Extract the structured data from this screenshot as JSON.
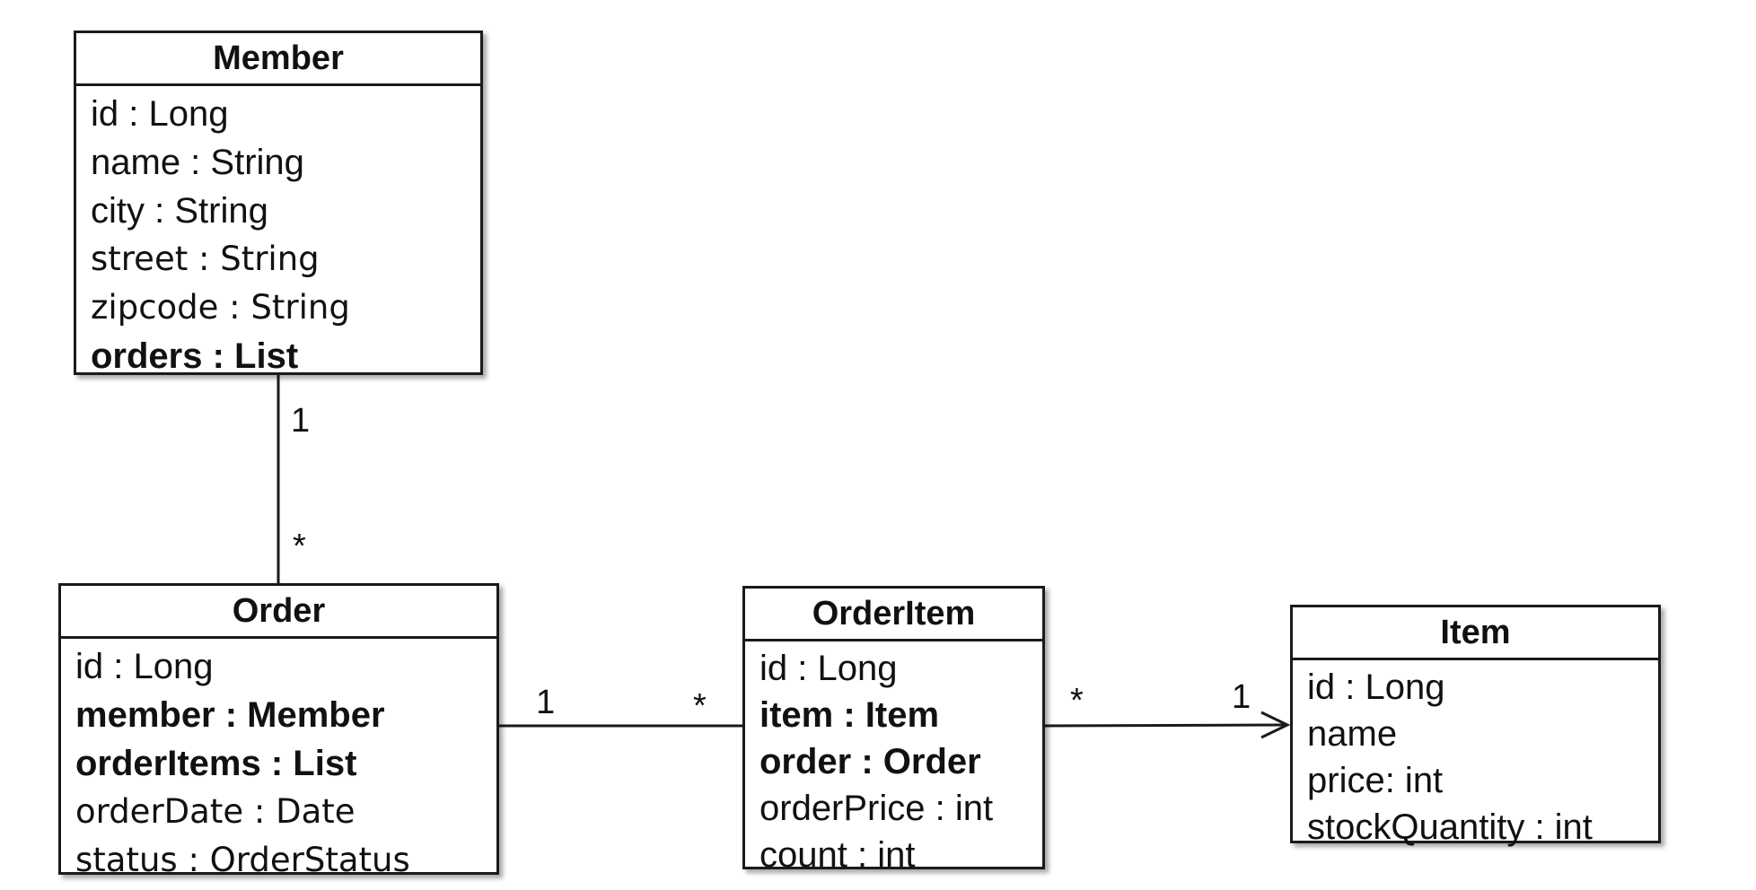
{
  "classes": {
    "member": {
      "name": "Member",
      "attributes": [
        {
          "text": "id : Long",
          "style": "normal"
        },
        {
          "text": "name : String",
          "style": "normal"
        },
        {
          "text": "city : String",
          "style": "normal"
        },
        {
          "text": "street : String",
          "style": "thin"
        },
        {
          "text": "zipcode : String",
          "style": "thin"
        },
        {
          "text": "orders : List",
          "style": "bold"
        }
      ]
    },
    "order": {
      "name": "Order",
      "attributes": [
        {
          "text": "id : Long",
          "style": "normal"
        },
        {
          "text": "member : Member",
          "style": "bold"
        },
        {
          "text": "orderItems : List",
          "style": "bold"
        },
        {
          "text": "orderDate : Date",
          "style": "thin"
        },
        {
          "text": "status : OrderStatus",
          "style": "thin"
        }
      ]
    },
    "orderitem": {
      "name": "OrderItem",
      "attributes": [
        {
          "text": "id : Long",
          "style": "normal"
        },
        {
          "text": "item : Item",
          "style": "bold"
        },
        {
          "text": "order : Order",
          "style": "bold"
        },
        {
          "text": "orderPrice : int",
          "style": "normal"
        },
        {
          "text": "count : int",
          "style": "normal"
        }
      ]
    },
    "item": {
      "name": "Item",
      "attributes": [
        {
          "text": "id : Long",
          "style": "normal"
        },
        {
          "text": "name",
          "style": "normal"
        },
        {
          "text": "price: int",
          "style": "normal"
        },
        {
          "text": "stockQuantity : int",
          "style": "normal"
        }
      ]
    }
  },
  "associations": {
    "member_order": {
      "source_multiplicity": "1",
      "target_multiplicity": "*"
    },
    "order_orderitem": {
      "source_multiplicity": "1",
      "target_multiplicity": "*"
    },
    "orderitem_item": {
      "source_multiplicity": "*",
      "target_multiplicity": "1"
    }
  }
}
